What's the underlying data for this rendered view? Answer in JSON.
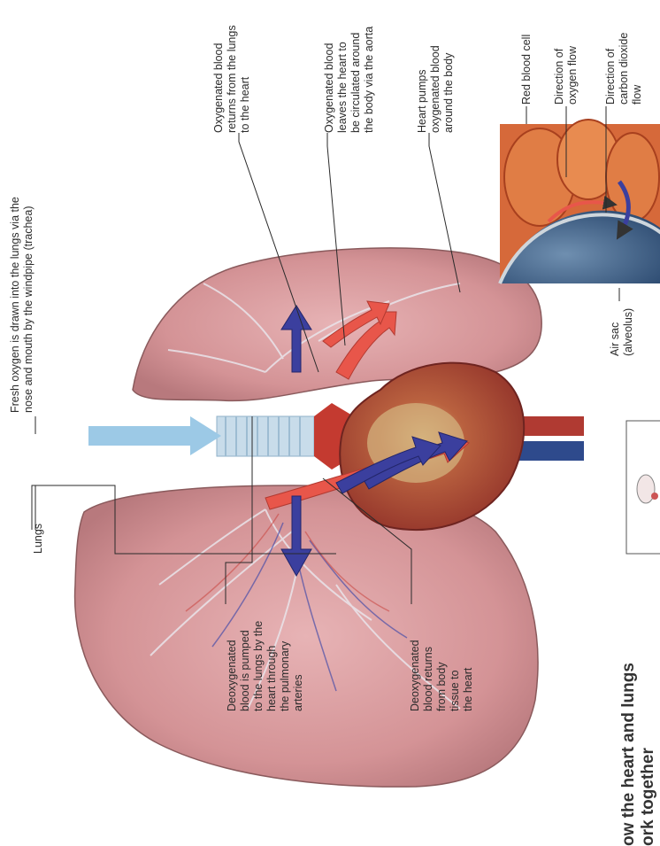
{
  "labels": {
    "fresh_oxygen": [
      "Fresh oxygen is drawn into the lungs via the",
      "nose and mouth by the windpipe (trachea)"
    ],
    "lungs": [
      "Lungs"
    ],
    "oxygenated_returns": [
      "Oxygenated blood",
      "returns from the lungs",
      "to the heart"
    ],
    "oxygenated_leaves": [
      "Oxygenated blood",
      "leaves the heart to",
      "be circulated around",
      "the body via the aorta"
    ],
    "heart_pumps": [
      "Heart pumps",
      "oxygenated blood",
      "around the body"
    ],
    "red_blood_cell": [
      "Red blood cell"
    ],
    "oxygen_flow": [
      "Direction of",
      "oxygen flow"
    ],
    "co2_flow": [
      "Direction of",
      "carbon dioxide",
      "flow"
    ],
    "air_sac": [
      "Air sac",
      "(alveolus)"
    ],
    "deoxy_pumped": [
      "Deoxygenated",
      "blood is pumped",
      "to the lungs by the",
      "heart through",
      "the pulmonary",
      "arteries"
    ],
    "deoxy_returns": [
      "Deoxygenated",
      "blood returns",
      "from body",
      "tissue to",
      "the heart"
    ]
  },
  "title": [
    "ow the heart and lungs",
    "ork together"
  ],
  "colors": {
    "lung_tissue": "#d9a0a3",
    "heart": "#a8443a",
    "oxygenated_arrow": "#e8564a",
    "deoxygenated_arrow": "#3b3f9e",
    "air_arrow": "#9cc9e6",
    "trachea": "#c8dcea",
    "artery": "#c43a30",
    "vein": "#2e4a8c"
  }
}
